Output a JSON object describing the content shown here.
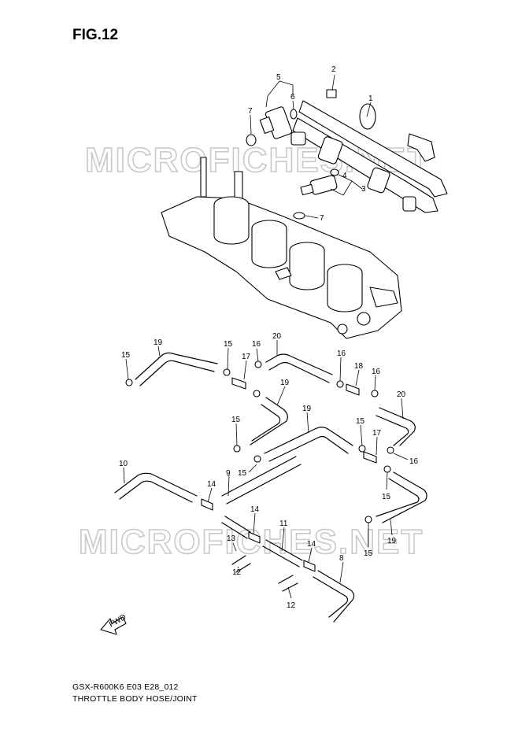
{
  "figure": {
    "title": "FIG.12"
  },
  "footer": {
    "model_code": "GSX-R600K6 E03 E28_012",
    "description": "THROTTLE BODY HOSE/JOINT"
  },
  "watermark": {
    "text": "MICROFICHES.NET"
  },
  "arrow": {
    "text": "FWD"
  },
  "callouts": [
    {
      "id": "c1",
      "num": "1"
    },
    {
      "id": "c2",
      "num": "2"
    },
    {
      "id": "c3",
      "num": "3"
    },
    {
      "id": "c4",
      "num": "4"
    },
    {
      "id": "c5",
      "num": "5"
    },
    {
      "id": "c6",
      "num": "6"
    },
    {
      "id": "c7a",
      "num": "7"
    },
    {
      "id": "c7b",
      "num": "7"
    },
    {
      "id": "c19a",
      "num": "19"
    },
    {
      "id": "c15a",
      "num": "15"
    },
    {
      "id": "c15b",
      "num": "15"
    },
    {
      "id": "c16a",
      "num": "16"
    },
    {
      "id": "c17a",
      "num": "17"
    },
    {
      "id": "c20a",
      "num": "20"
    },
    {
      "id": "c16b",
      "num": "16"
    },
    {
      "id": "c18",
      "num": "18"
    },
    {
      "id": "c16c",
      "num": "16"
    },
    {
      "id": "c19b",
      "num": "19"
    },
    {
      "id": "c15c",
      "num": "15"
    },
    {
      "id": "c19c",
      "num": "19"
    },
    {
      "id": "c20b",
      "num": "20"
    },
    {
      "id": "c15d",
      "num": "15"
    },
    {
      "id": "c17b",
      "num": "17"
    },
    {
      "id": "c16d",
      "num": "16"
    },
    {
      "id": "c10",
      "num": "10"
    },
    {
      "id": "c14a",
      "num": "14"
    },
    {
      "id": "c9",
      "num": "9"
    },
    {
      "id": "c15e",
      "num": "15"
    },
    {
      "id": "c15f",
      "num": "15"
    },
    {
      "id": "c14b",
      "num": "14"
    },
    {
      "id": "c11",
      "num": "11"
    },
    {
      "id": "c13",
      "num": "13"
    },
    {
      "id": "c12a",
      "num": "12"
    },
    {
      "id": "c14c",
      "num": "14"
    },
    {
      "id": "c8",
      "num": "8"
    },
    {
      "id": "c15g",
      "num": "15"
    },
    {
      "id": "c19d",
      "num": "19"
    },
    {
      "id": "c12b",
      "num": "12"
    }
  ]
}
